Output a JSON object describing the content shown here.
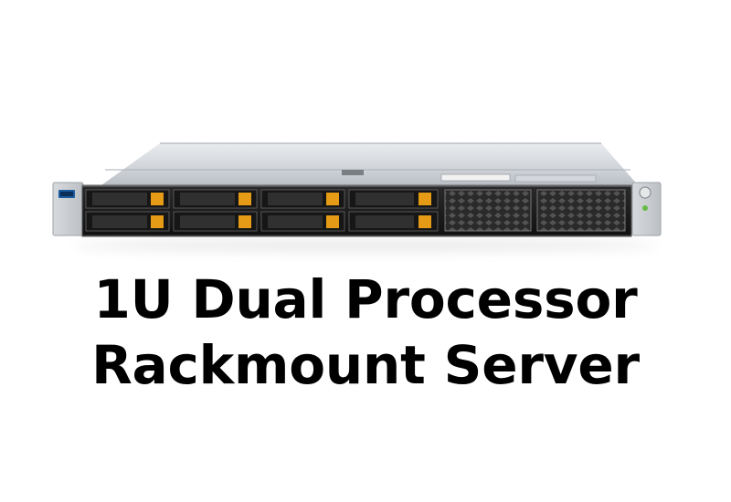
{
  "caption": {
    "line1": "1U Dual Processor",
    "line2": "Rackmount Server"
  },
  "server": {
    "drive_bays_per_row": 4,
    "drive_rows": 2,
    "vent_panels": 2,
    "colors": {
      "chassis": "#c8cbd0",
      "front_panel": "#181818",
      "drive_latch": "#e59b16",
      "rack_ear": "#c9ccd0",
      "vent": "#2c2c2c"
    }
  }
}
